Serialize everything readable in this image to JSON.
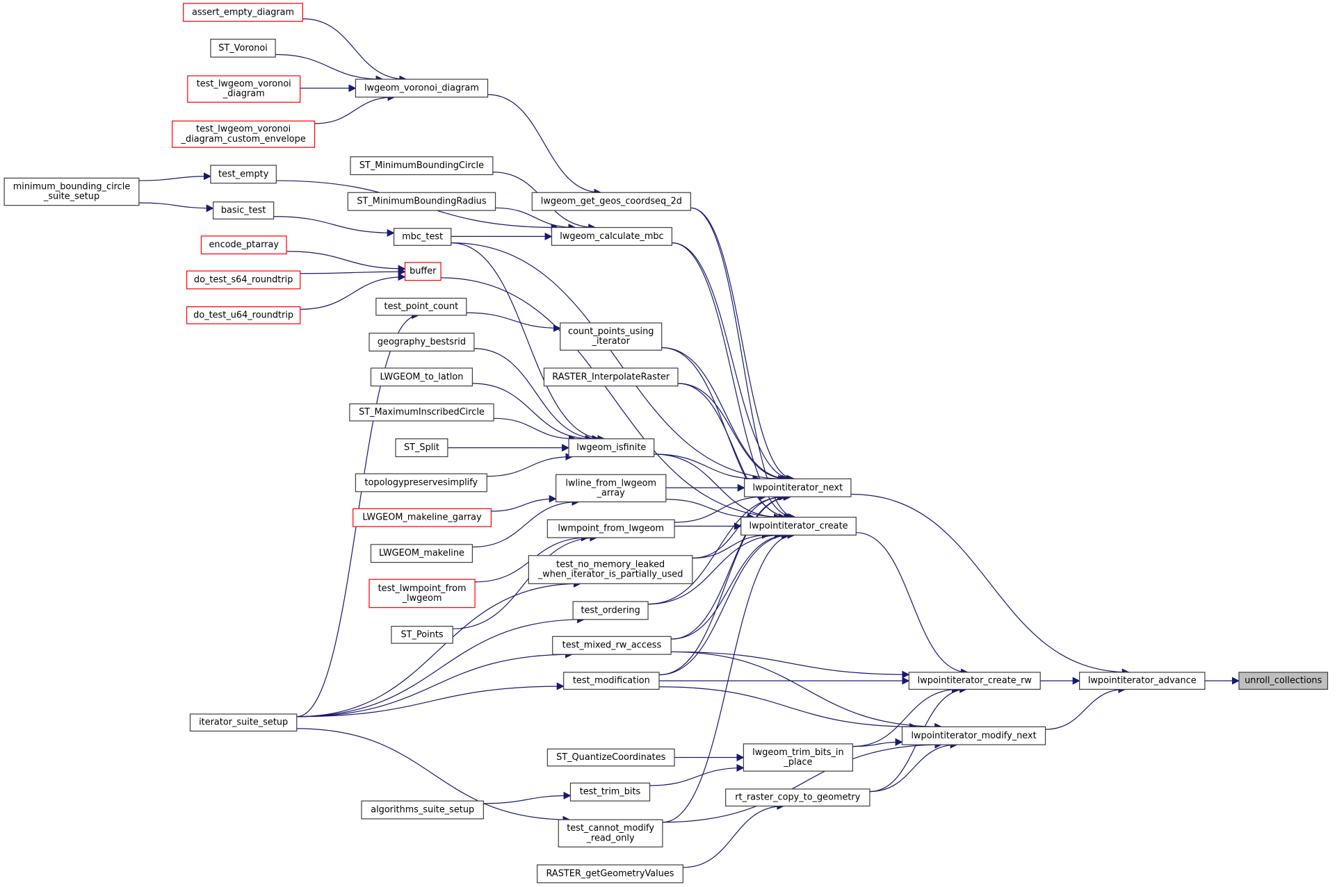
{
  "diagram": {
    "type": "call-graph",
    "focus_node": "unroll_collections",
    "colors": {
      "edge": "#191970",
      "node_border": "#404040",
      "node_border_undocumented": "#ff0000",
      "node_fill": "#ffffff",
      "focus_fill": "#bfbfbf"
    },
    "nodes": [
      {
        "id": "assert_empty_diagram",
        "lines": [
          "assert_empty_diagram"
        ],
        "style": "red"
      },
      {
        "id": "ST_Voronoi",
        "lines": [
          "ST_Voronoi"
        ],
        "style": "normal"
      },
      {
        "id": "test_lwgeom_voronoi_diagram",
        "lines": [
          "test_lwgeom_voronoi",
          "_diagram"
        ],
        "style": "red"
      },
      {
        "id": "test_lwgeom_voronoi_diagram_custom_envelope",
        "lines": [
          "test_lwgeom_voronoi",
          "_diagram_custom_envelope"
        ],
        "style": "red"
      },
      {
        "id": "lwgeom_voronoi_diagram",
        "lines": [
          "lwgeom_voronoi_diagram"
        ],
        "style": "normal"
      },
      {
        "id": "minimum_bounding_circle_suite_setup",
        "lines": [
          "minimum_bounding_circle",
          "_suite_setup"
        ],
        "style": "normal"
      },
      {
        "id": "test_empty",
        "lines": [
          "test_empty"
        ],
        "style": "normal"
      },
      {
        "id": "basic_test",
        "lines": [
          "basic_test"
        ],
        "style": "normal"
      },
      {
        "id": "ST_MinimumBoundingCircle",
        "lines": [
          "ST_MinimumBoundingCircle"
        ],
        "style": "normal"
      },
      {
        "id": "ST_MinimumBoundingRadius",
        "lines": [
          "ST_MinimumBoundingRadius"
        ],
        "style": "normal"
      },
      {
        "id": "lwgeom_get_geos_coordseq_2d",
        "lines": [
          "lwgeom_get_geos_coordseq_2d"
        ],
        "style": "normal"
      },
      {
        "id": "mbc_test",
        "lines": [
          "mbc_test"
        ],
        "style": "normal"
      },
      {
        "id": "lwgeom_calculate_mbc",
        "lines": [
          "lwgeom_calculate_mbc"
        ],
        "style": "normal"
      },
      {
        "id": "encode_ptarray",
        "lines": [
          "encode_ptarray"
        ],
        "style": "red"
      },
      {
        "id": "buffer",
        "lines": [
          "buffer"
        ],
        "style": "red"
      },
      {
        "id": "do_test_s64_roundtrip",
        "lines": [
          "do_test_s64_roundtrip"
        ],
        "style": "red"
      },
      {
        "id": "do_test_u64_roundtrip",
        "lines": [
          "do_test_u64_roundtrip"
        ],
        "style": "red"
      },
      {
        "id": "test_point_count",
        "lines": [
          "test_point_count"
        ],
        "style": "normal"
      },
      {
        "id": "count_points_using_iterator",
        "lines": [
          "count_points_using",
          "_iterator"
        ],
        "style": "normal"
      },
      {
        "id": "geography_bestsrid",
        "lines": [
          "geography_bestsrid"
        ],
        "style": "normal"
      },
      {
        "id": "LWGEOM_to_latlon",
        "lines": [
          "LWGEOM_to_latlon"
        ],
        "style": "normal"
      },
      {
        "id": "RASTER_InterpolateRaster",
        "lines": [
          "RASTER_InterpolateRaster"
        ],
        "style": "normal"
      },
      {
        "id": "ST_MaximumInscribedCircle",
        "lines": [
          "ST_MaximumInscribedCircle"
        ],
        "style": "normal"
      },
      {
        "id": "ST_Split",
        "lines": [
          "ST_Split"
        ],
        "style": "normal"
      },
      {
        "id": "lwgeom_isfinite",
        "lines": [
          "lwgeom_isfinite"
        ],
        "style": "normal"
      },
      {
        "id": "topologypreservesimplify",
        "lines": [
          "topologypreservesimplify"
        ],
        "style": "normal"
      },
      {
        "id": "lwline_from_lwgeom_array",
        "lines": [
          "lwline_from_lwgeom",
          "_array"
        ],
        "style": "normal"
      },
      {
        "id": "lwpointiterator_next",
        "lines": [
          "lwpointiterator_next"
        ],
        "style": "normal"
      },
      {
        "id": "LWGEOM_makeline_garray",
        "lines": [
          "LWGEOM_makeline_garray"
        ],
        "style": "red"
      },
      {
        "id": "lwmpoint_from_lwgeom",
        "lines": [
          "lwmpoint_from_lwgeom"
        ],
        "style": "normal"
      },
      {
        "id": "lwpointiterator_create",
        "lines": [
          "lwpointiterator_create"
        ],
        "style": "normal"
      },
      {
        "id": "LWGEOM_makeline",
        "lines": [
          "LWGEOM_makeline"
        ],
        "style": "normal"
      },
      {
        "id": "test_no_memory_leaked",
        "lines": [
          "test_no_memory_leaked",
          "_when_iterator_is_partially_used"
        ],
        "style": "normal"
      },
      {
        "id": "test_lwmpoint_from_lwgeom",
        "lines": [
          "test_lwmpoint_from",
          "_lwgeom"
        ],
        "style": "red"
      },
      {
        "id": "test_ordering",
        "lines": [
          "test_ordering"
        ],
        "style": "normal"
      },
      {
        "id": "ST_Points",
        "lines": [
          "ST_Points"
        ],
        "style": "normal"
      },
      {
        "id": "test_mixed_rw_access",
        "lines": [
          "test_mixed_rw_access"
        ],
        "style": "normal"
      },
      {
        "id": "test_modification",
        "lines": [
          "test_modification"
        ],
        "style": "normal"
      },
      {
        "id": "lwpointiterator_create_rw",
        "lines": [
          "lwpointiterator_create_rw"
        ],
        "style": "normal"
      },
      {
        "id": "lwpointiterator_advance",
        "lines": [
          "lwpointiterator_advance"
        ],
        "style": "normal"
      },
      {
        "id": "unroll_collections",
        "lines": [
          "unroll_collections"
        ],
        "style": "focus"
      },
      {
        "id": "iterator_suite_setup",
        "lines": [
          "iterator_suite_setup"
        ],
        "style": "normal"
      },
      {
        "id": "lwpointiterator_modify_next",
        "lines": [
          "lwpointiterator_modify_next"
        ],
        "style": "normal"
      },
      {
        "id": "ST_QuantizeCoordinates",
        "lines": [
          "ST_QuantizeCoordinates"
        ],
        "style": "normal"
      },
      {
        "id": "lwgeom_trim_bits_in_place",
        "lines": [
          "lwgeom_trim_bits_in",
          "_place"
        ],
        "style": "normal"
      },
      {
        "id": "test_trim_bits",
        "lines": [
          "test_trim_bits"
        ],
        "style": "normal"
      },
      {
        "id": "rt_raster_copy_to_geometry",
        "lines": [
          "rt_raster_copy_to_geometry"
        ],
        "style": "normal"
      },
      {
        "id": "algorithms_suite_setup",
        "lines": [
          "algorithms_suite_setup"
        ],
        "style": "normal"
      },
      {
        "id": "test_cannot_modify_read_only",
        "lines": [
          "test_cannot_modify",
          "_read_only"
        ],
        "style": "normal"
      },
      {
        "id": "RASTER_getGeometryValues",
        "lines": [
          "RASTER_getGeometryValues"
        ],
        "style": "normal"
      }
    ],
    "edges": [
      [
        "assert_empty_diagram",
        "lwgeom_voronoi_diagram"
      ],
      [
        "ST_Voronoi",
        "lwgeom_voronoi_diagram"
      ],
      [
        "test_lwgeom_voronoi_diagram",
        "lwgeom_voronoi_diagram"
      ],
      [
        "test_lwgeom_voronoi_diagram_custom_envelope",
        "lwgeom_voronoi_diagram"
      ],
      [
        "lwgeom_voronoi_diagram",
        "lwgeom_get_geos_coordseq_2d"
      ],
      [
        "minimum_bounding_circle_suite_setup",
        "test_empty"
      ],
      [
        "minimum_bounding_circle_suite_setup",
        "basic_test"
      ],
      [
        "test_empty",
        "lwgeom_calculate_mbc"
      ],
      [
        "basic_test",
        "mbc_test"
      ],
      [
        "ST_MinimumBoundingCircle",
        "lwgeom_calculate_mbc"
      ],
      [
        "ST_MinimumBoundingRadius",
        "lwgeom_calculate_mbc"
      ],
      [
        "mbc_test",
        "lwgeom_calculate_mbc"
      ],
      [
        "mbc_test",
        "lwgeom_isfinite"
      ],
      [
        "mbc_test",
        "lwpointiterator_next"
      ],
      [
        "encode_ptarray",
        "buffer"
      ],
      [
        "do_test_s64_roundtrip",
        "buffer"
      ],
      [
        "do_test_u64_roundtrip",
        "buffer"
      ],
      [
        "buffer",
        "lwpointiterator_create"
      ],
      [
        "test_point_count",
        "count_points_using_iterator"
      ],
      [
        "iterator_suite_setup",
        "test_point_count"
      ],
      [
        "lwgeom_get_geos_coordseq_2d",
        "lwpointiterator_next"
      ],
      [
        "lwgeom_get_geos_coordseq_2d",
        "lwpointiterator_create"
      ],
      [
        "lwgeom_calculate_mbc",
        "lwpointiterator_next"
      ],
      [
        "lwgeom_calculate_mbc",
        "lwpointiterator_create"
      ],
      [
        "count_points_using_iterator",
        "lwpointiterator_next"
      ],
      [
        "count_points_using_iterator",
        "lwpointiterator_create"
      ],
      [
        "geography_bestsrid",
        "lwgeom_isfinite"
      ],
      [
        "LWGEOM_to_latlon",
        "lwgeom_isfinite"
      ],
      [
        "RASTER_InterpolateRaster",
        "lwpointiterator_next"
      ],
      [
        "RASTER_InterpolateRaster",
        "lwpointiterator_create"
      ],
      [
        "ST_MaximumInscribedCircle",
        "lwgeom_isfinite"
      ],
      [
        "ST_Split",
        "lwgeom_isfinite"
      ],
      [
        "topologypreservesimplify",
        "lwgeom_isfinite"
      ],
      [
        "lwgeom_isfinite",
        "lwpointiterator_next"
      ],
      [
        "lwgeom_isfinite",
        "lwpointiterator_create"
      ],
      [
        "lwline_from_lwgeom_array",
        "lwpointiterator_next"
      ],
      [
        "lwline_from_lwgeom_array",
        "lwpointiterator_create"
      ],
      [
        "LWGEOM_makeline_garray",
        "lwline_from_lwgeom_array"
      ],
      [
        "LWGEOM_makeline",
        "lwline_from_lwgeom_array"
      ],
      [
        "lwmpoint_from_lwgeom",
        "lwpointiterator_next"
      ],
      [
        "lwmpoint_from_lwgeom",
        "lwpointiterator_create"
      ],
      [
        "test_lwmpoint_from_lwgeom",
        "lwmpoint_from_lwgeom"
      ],
      [
        "ST_Points",
        "lwmpoint_from_lwgeom"
      ],
      [
        "test_no_memory_leaked",
        "lwpointiterator_next"
      ],
      [
        "test_no_memory_leaked",
        "lwpointiterator_create"
      ],
      [
        "iterator_suite_setup",
        "test_no_memory_leaked"
      ],
      [
        "test_ordering",
        "lwpointiterator_next"
      ],
      [
        "test_ordering",
        "lwpointiterator_create"
      ],
      [
        "iterator_suite_setup",
        "test_ordering"
      ],
      [
        "test_mixed_rw_access",
        "lwpointiterator_next"
      ],
      [
        "test_mixed_rw_access",
        "lwpointiterator_create"
      ],
      [
        "test_mixed_rw_access",
        "lwpointiterator_create_rw"
      ],
      [
        "test_mixed_rw_access",
        "lwpointiterator_modify_next"
      ],
      [
        "iterator_suite_setup",
        "test_mixed_rw_access"
      ],
      [
        "test_modification",
        "lwpointiterator_next"
      ],
      [
        "test_modification",
        "lwpointiterator_create"
      ],
      [
        "test_modification",
        "lwpointiterator_create_rw"
      ],
      [
        "test_modification",
        "lwpointiterator_modify_next"
      ],
      [
        "iterator_suite_setup",
        "test_modification"
      ],
      [
        "lwpointiterator_next",
        "lwpointiterator_advance"
      ],
      [
        "lwpointiterator_create",
        "lwpointiterator_create_rw"
      ],
      [
        "lwpointiterator_create_rw",
        "lwpointiterator_advance"
      ],
      [
        "lwpointiterator_modify_next",
        "lwpointiterator_advance"
      ],
      [
        "lwpointiterator_advance",
        "unroll_collections"
      ],
      [
        "ST_QuantizeCoordinates",
        "lwgeom_trim_bits_in_place"
      ],
      [
        "test_trim_bits",
        "lwgeom_trim_bits_in_place"
      ],
      [
        "algorithms_suite_setup",
        "test_trim_bits"
      ],
      [
        "lwgeom_trim_bits_in_place",
        "lwpointiterator_create_rw"
      ],
      [
        "lwgeom_trim_bits_in_place",
        "lwpointiterator_modify_next"
      ],
      [
        "rt_raster_copy_to_geometry",
        "lwpointiterator_create_rw"
      ],
      [
        "rt_raster_copy_to_geometry",
        "lwpointiterator_modify_next"
      ],
      [
        "RASTER_getGeometryValues",
        "rt_raster_copy_to_geometry"
      ],
      [
        "test_cannot_modify_read_only",
        "lwpointiterator_create"
      ],
      [
        "test_cannot_modify_read_only",
        "lwpointiterator_modify_next"
      ],
      [
        "iterator_suite_setup",
        "test_cannot_modify_read_only"
      ]
    ]
  }
}
